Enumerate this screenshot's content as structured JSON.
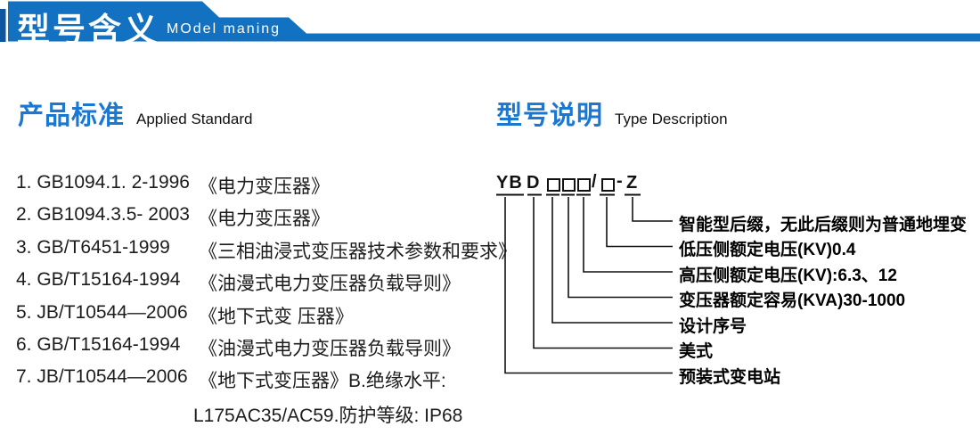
{
  "banner": {
    "title_zh": "型号含义",
    "title_en": "MOdel maning"
  },
  "sections": {
    "standards": {
      "heading_zh": "产品标准",
      "heading_en": "Applied Standard",
      "items": [
        {
          "code": "1. GB1094.1. 2-1996",
          "title": "《电力变压器》"
        },
        {
          "code": "2. GB1094.3.5- 2003",
          "title": "《电力变压器》"
        },
        {
          "code": "3. GB/T6451-1999",
          "title": "《三相油浸式变压器技术参数和要求》"
        },
        {
          "code": "4. GB/T15164-1994",
          "title": "《油漫式电力变压器负载导则》"
        },
        {
          "code": "5. JB/T10544—2006",
          "title": "《地下式变 压器》"
        },
        {
          "code": "6. GB/T15164-1994",
          "title": "《油漫式电力变压器负载导则》"
        },
        {
          "code": "7. JB/T10544—2006",
          "title": "《地下式变压器》B.绝缘水平:"
        }
      ],
      "continuation": "L175AC35/AC59.防护等级: IP68"
    },
    "model": {
      "heading_zh": "型号说明",
      "heading_en": "Type Description",
      "code": {
        "prefix": "YB",
        "letter": "D",
        "slash": "/",
        "dash": "-",
        "suffix": "Z",
        "box_symbol": "□"
      },
      "labels": [
        "智能型后缀，无此后缀则为普通地埋变",
        "低压侧额定电压(KV)0.4",
        "高压侧额定电压(KV):6.3、12",
        "变压器额定容易(KVA)30-1000",
        "设计序号",
        "美式",
        "预装式变电站"
      ]
    }
  },
  "colors": {
    "banner_blue": "#1271c0",
    "accent_blue": "#0e57a0",
    "heading_blue": "#1a78d2",
    "line_dark": "#111111"
  }
}
